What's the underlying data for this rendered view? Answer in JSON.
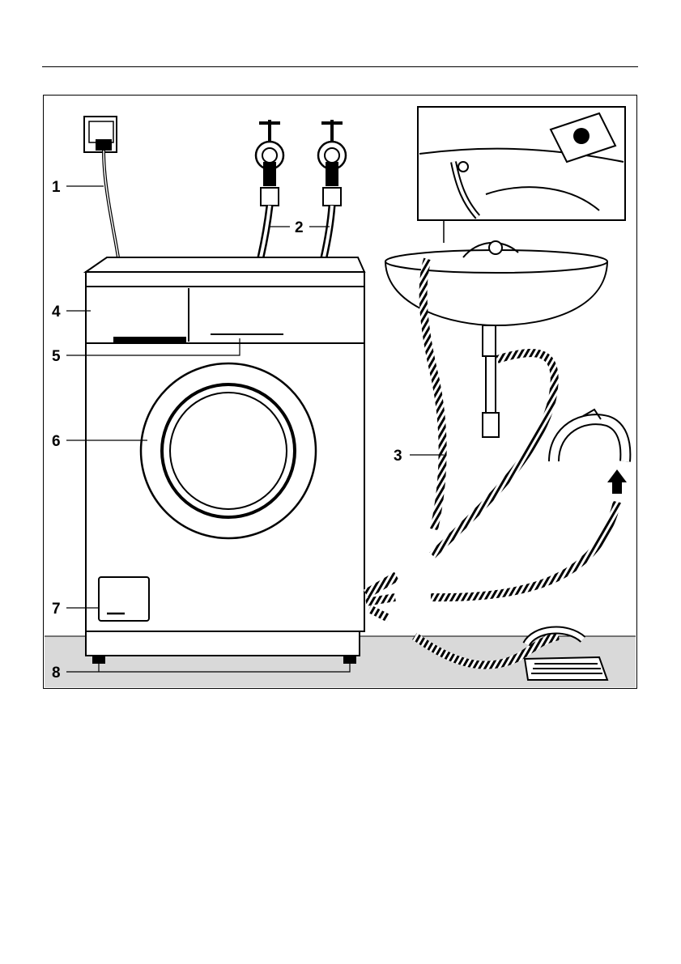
{
  "figure": {
    "callouts": [
      {
        "id": "1",
        "text": "1"
      },
      {
        "id": "2",
        "text": "2"
      },
      {
        "id": "3",
        "text": "3"
      },
      {
        "id": "4",
        "text": "4"
      },
      {
        "id": "5",
        "text": "5"
      },
      {
        "id": "6",
        "text": "6"
      },
      {
        "id": "7",
        "text": "7"
      },
      {
        "id": "8",
        "text": "8"
      }
    ]
  },
  "colors": {
    "ink": "#000000",
    "floor": "#d9d9d9",
    "paper": "#ffffff"
  }
}
